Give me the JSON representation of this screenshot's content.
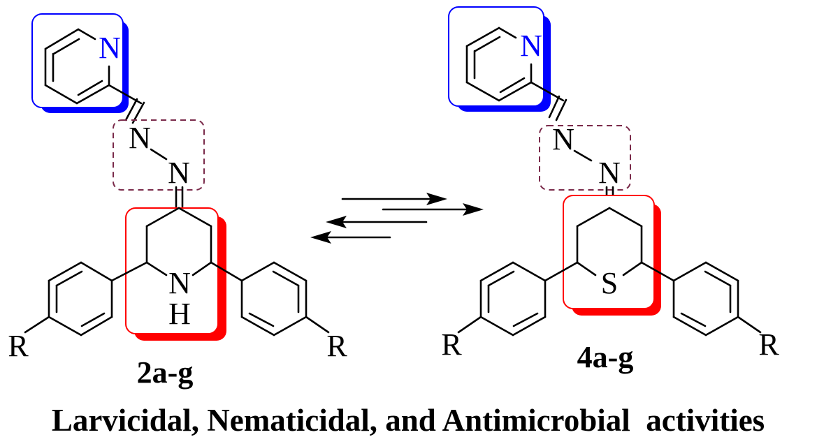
{
  "scheme": {
    "left_compound": {
      "label": "2a-g",
      "pyridine_N": "N",
      "hydrazone_N1": "N",
      "hydrazone_N2": "N",
      "ring_N": "N",
      "ring_H": "H",
      "substituent_left": "R",
      "substituent_right": "R"
    },
    "right_compound": {
      "label": "4a-g",
      "pyridine_N": "N",
      "hydrazone_N1": "N",
      "hydrazone_N2": "N",
      "ring_S": "S",
      "substituent_left": "R",
      "substituent_right": "R"
    },
    "caption": "Larvicidal, Nematicidal, and Antimicrobial  activities"
  },
  "colors": {
    "pyridine_box": "#0000ff",
    "ring_box": "#ff0000",
    "hydrazone_box": "#7a2a4a",
    "bond": "#000000"
  }
}
